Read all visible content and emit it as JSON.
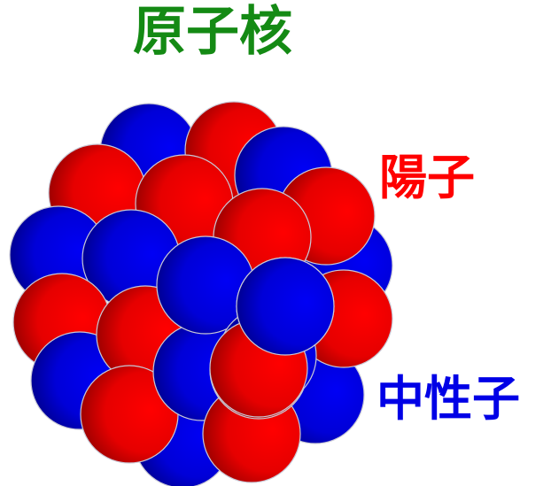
{
  "title": "原子核",
  "labels": {
    "proton": "陽子",
    "neutron": "中性子"
  },
  "colors": {
    "title": "#148a14",
    "proton": "#ff0000",
    "neutron": "#0000e6",
    "proton_sphere": "#e00000",
    "neutron_sphere": "#0000d8"
  },
  "nucleons": [
    {
      "kind": "neutron"
    },
    {
      "kind": "proton"
    },
    {
      "kind": "neutron"
    },
    {
      "kind": "proton"
    },
    {
      "kind": "proton"
    },
    {
      "kind": "neutron"
    },
    {
      "kind": "proton"
    },
    {
      "kind": "neutron"
    },
    {
      "kind": "neutron"
    },
    {
      "kind": "proton"
    },
    {
      "kind": "neutron"
    },
    {
      "kind": "proton"
    },
    {
      "kind": "proton"
    },
    {
      "kind": "neutron"
    },
    {
      "kind": "proton"
    },
    {
      "kind": "neutron"
    },
    {
      "kind": "proton"
    },
    {
      "kind": "neutron"
    },
    {
      "kind": "proton"
    },
    {
      "kind": "neutron"
    },
    {
      "kind": "proton"
    },
    {
      "kind": "neutron"
    },
    {
      "kind": "neutron"
    },
    {
      "kind": "proton"
    },
    {
      "kind": "neutron"
    }
  ]
}
